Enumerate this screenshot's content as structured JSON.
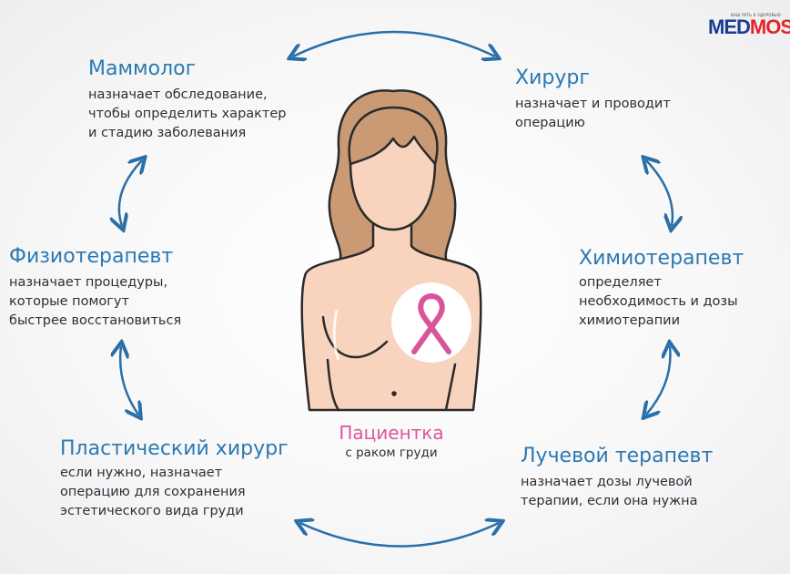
{
  "logo": {
    "tagline": "ВАШ ПУТЬ К ЗДОРОВЬЮ",
    "text_part1": "MED",
    "text_part2": "MOS",
    "color1": "#1b3d8f",
    "color2": "#e0262d"
  },
  "specialists": [
    {
      "title": "Маммолог",
      "lines": [
        "назначает обследование,",
        "чтобы определить характер",
        "и стадию заболевания"
      ]
    },
    {
      "title": "Хирург",
      "lines": [
        "назначает и проводит",
        "операцию"
      ]
    },
    {
      "title": "Физиотерапевт",
      "lines": [
        "назначает процедуры,",
        "которые помогут",
        "быстрее восстановиться"
      ]
    },
    {
      "title": "Химиотерапевт",
      "lines": [
        "определяет",
        "необходимость и дозы",
        "химиотерапии"
      ]
    },
    {
      "title": "Пластический хирург",
      "lines": [
        "если нужно, назначает",
        "операцию для сохранения",
        "эстетического вида груди"
      ]
    },
    {
      "title": "Лучевой терапевт",
      "lines": [
        "назначает дозы лучевой",
        "терапии, если она нужна"
      ]
    }
  ],
  "patient": {
    "title": "Пациентка",
    "subtitle": "с раком груди"
  },
  "colors": {
    "title": "#2b79b2",
    "arrow": "#2a6fa8",
    "patient": "#e0569a",
    "skin": "#f8d3bd",
    "hair": "#c99a74",
    "ribbon": "#d9559a"
  }
}
